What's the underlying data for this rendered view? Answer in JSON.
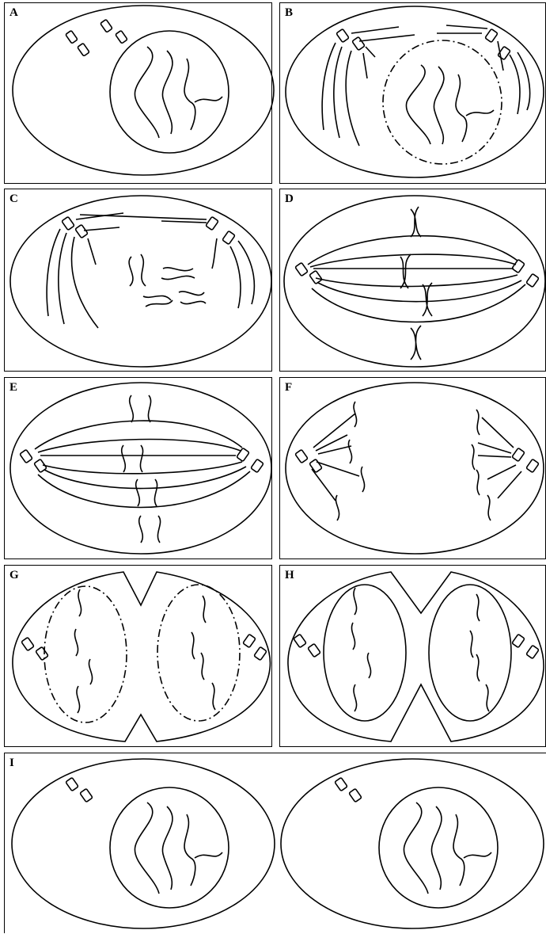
{
  "panels": [
    {
      "id": "A",
      "label": "A",
      "stage": "interphase"
    },
    {
      "id": "B",
      "label": "B",
      "stage": "prophase"
    },
    {
      "id": "C",
      "label": "C",
      "stage": "prometaphase"
    },
    {
      "id": "D",
      "label": "D",
      "stage": "metaphase"
    },
    {
      "id": "E",
      "label": "E",
      "stage": "early-anaphase"
    },
    {
      "id": "F",
      "label": "F",
      "stage": "anaphase"
    },
    {
      "id": "G",
      "label": "G",
      "stage": "telophase"
    },
    {
      "id": "H",
      "label": "H",
      "stage": "cytokinesis"
    },
    {
      "id": "I",
      "label": "I",
      "stage": "daughter-cells"
    }
  ],
  "colors": {
    "line": "#000000",
    "background": "#ffffff"
  }
}
